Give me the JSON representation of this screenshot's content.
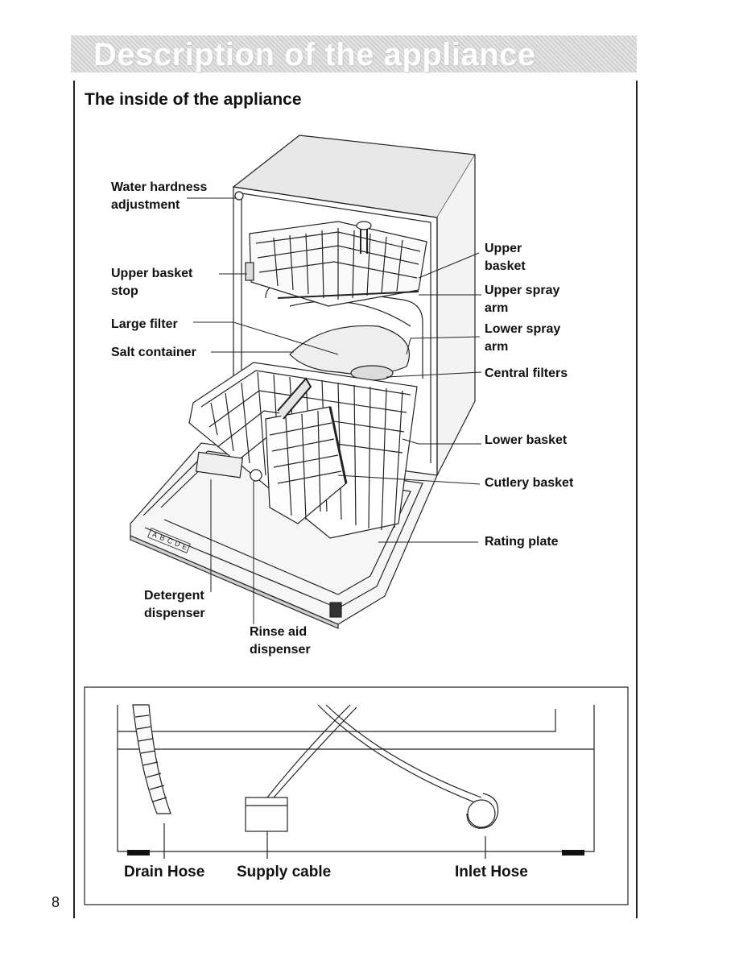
{
  "header": {
    "title": "Description of the appliance"
  },
  "section": {
    "title": "The inside of the appliance"
  },
  "labels": {
    "water_hardness_1": "Water hardness",
    "water_hardness_2": "adjustment",
    "upper_basket_stop_1": "Upper basket",
    "upper_basket_stop_2": "stop",
    "large_filter": "Large filter",
    "salt_container": "Salt container",
    "upper_basket_1": "Upper",
    "upper_basket_2": "basket",
    "upper_spray_1": "Upper spray",
    "upper_spray_2": "arm",
    "lower_spray_1": "Lower spray",
    "lower_spray_2": "arm",
    "central_filters": "Central filters",
    "lower_basket": "Lower basket",
    "cutlery_basket": "Cutlery basket",
    "rating_plate": "Rating plate",
    "detergent_1": "Detergent",
    "detergent_2": "dispenser",
    "rinse_aid_1": "Rinse aid",
    "rinse_aid_2": "dispenser"
  },
  "rear_view": {
    "drain_hose": "Drain Hose",
    "supply_cable": "Supply cable",
    "inlet_hose": "Inlet Hose"
  },
  "panel_letters": [
    "A",
    "B",
    "C",
    "D",
    "E"
  ],
  "page_number": "8"
}
